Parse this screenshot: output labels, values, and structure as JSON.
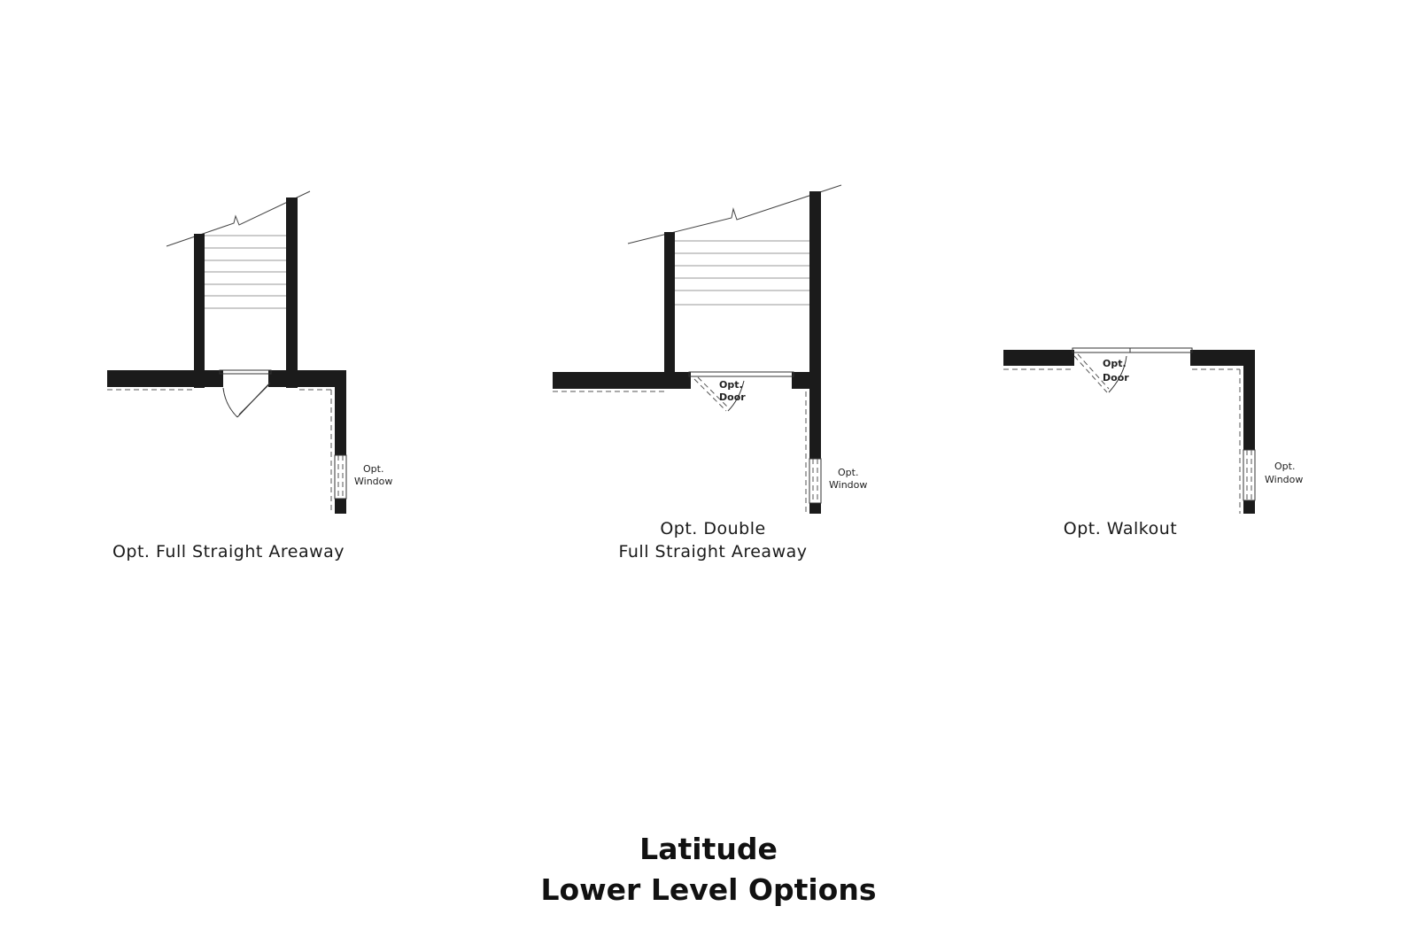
{
  "options": [
    {
      "caption_lines": [
        "Opt. Full Straight Areaway"
      ],
      "window_label": [
        "Opt.",
        "Window"
      ]
    },
    {
      "caption_lines": [
        "Opt. Double",
        "Full Straight Areaway"
      ],
      "door_label": [
        "Opt.",
        "Door"
      ],
      "window_label": [
        "Opt.",
        "Window"
      ]
    },
    {
      "caption_lines": [
        "Opt. Walkout"
      ],
      "door_label": [
        "Opt.",
        "Door"
      ],
      "window_label": [
        "Opt.",
        "Window"
      ]
    }
  ],
  "title": {
    "line1": "Latitude",
    "line2": "Lower Level Options"
  }
}
